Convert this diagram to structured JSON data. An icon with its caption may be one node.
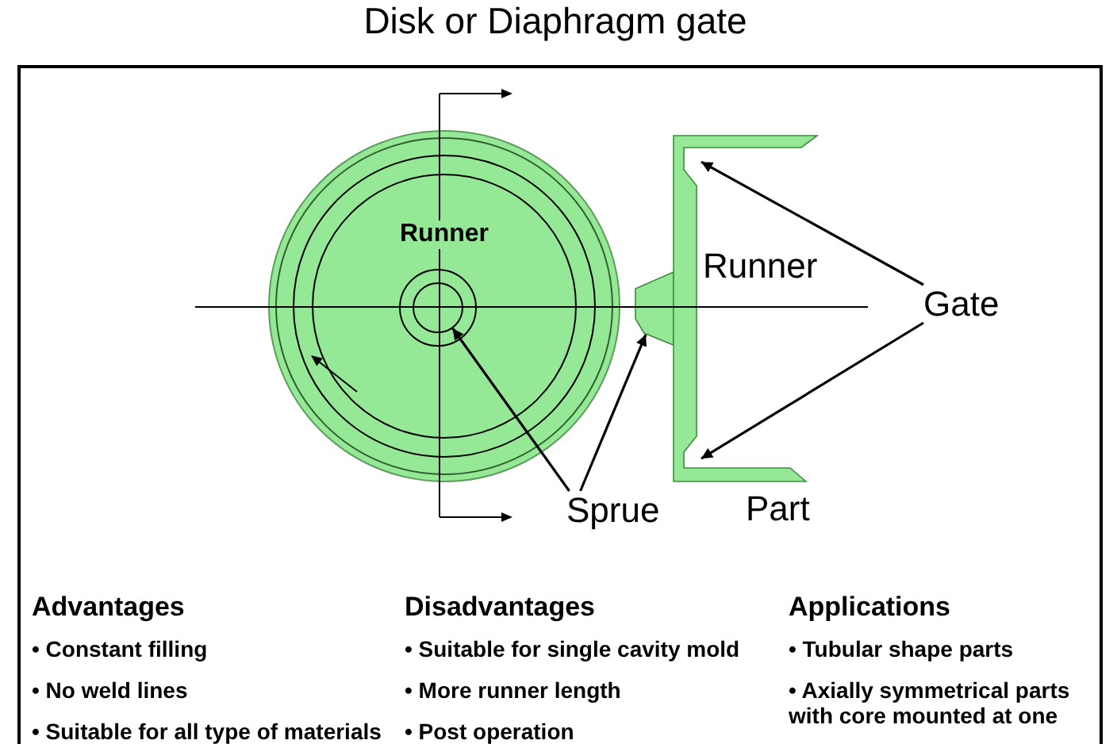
{
  "diagram": {
    "title": "Disk or Diaphragm gate",
    "nodes": [
      {
        "text": [
          "Runner"
        ]
      },
      {
        "text": [],
        "shape": "circle",
        "in": 0
      },
      {
        "text": [],
        "shape": "trapezoid"
      },
      {
        "text": [],
        "shape": "picture",
        "beside": [
          "Part"
        ]
      },
      {
        "text": [
          "Sprue"
        ]
      },
      {
        "text": [
          "Gate"
        ]
      }
    ],
    "edges": [
      {
        "from": 4,
        "to": 1,
        "arrow": "to"
      },
      {
        "from": 4,
        "to": 2,
        "arrow": "to"
      },
      {
        "from": 5,
        "to": 3,
        "arrow": "to"
      },
      {
        "from": 5,
        "to": 3,
        "arrow": "to"
      }
    ],
    "labels": [
      "Runner",
      "Advantages",
      "• Constant filling",
      "• No weld lines",
      "• Suitable for all type of materials",
      "Disadvantages",
      "• Suitable for single cavity mold",
      "• More runner length",
      "• Post operation",
      "Applications",
      "• Tubular shape parts",
      "• Axially symmetrical parts with core mounted at one"
    ]
  }
}
